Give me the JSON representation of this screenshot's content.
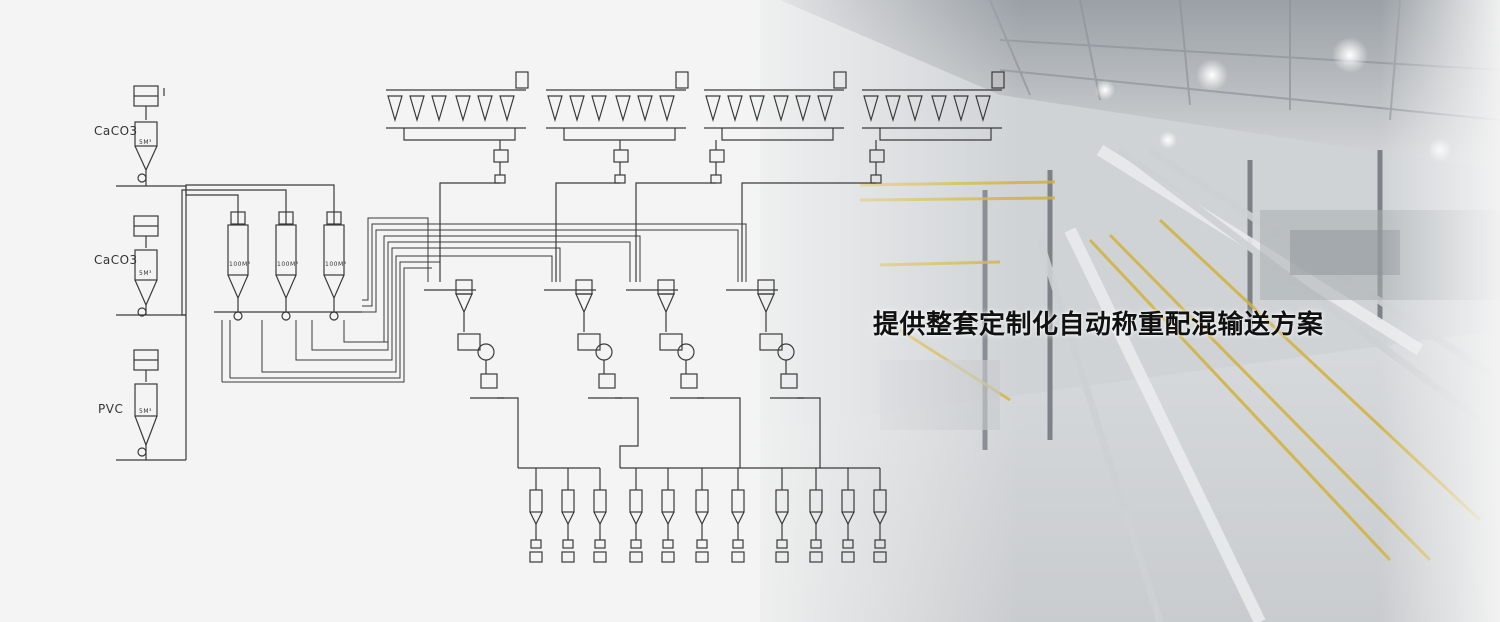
{
  "headline": "提供整套定制化自动称重配混输送方案",
  "source_labels": [
    "CaCO3",
    "CaCO3",
    "PVC"
  ],
  "tank_capacity_label": "100M³",
  "receiver_capacity_label": "5M³",
  "colors": {
    "line": "#3a3a3a",
    "background": "#f4f4f4",
    "railing": "#e3c53a",
    "steel": "#b8bec4"
  }
}
